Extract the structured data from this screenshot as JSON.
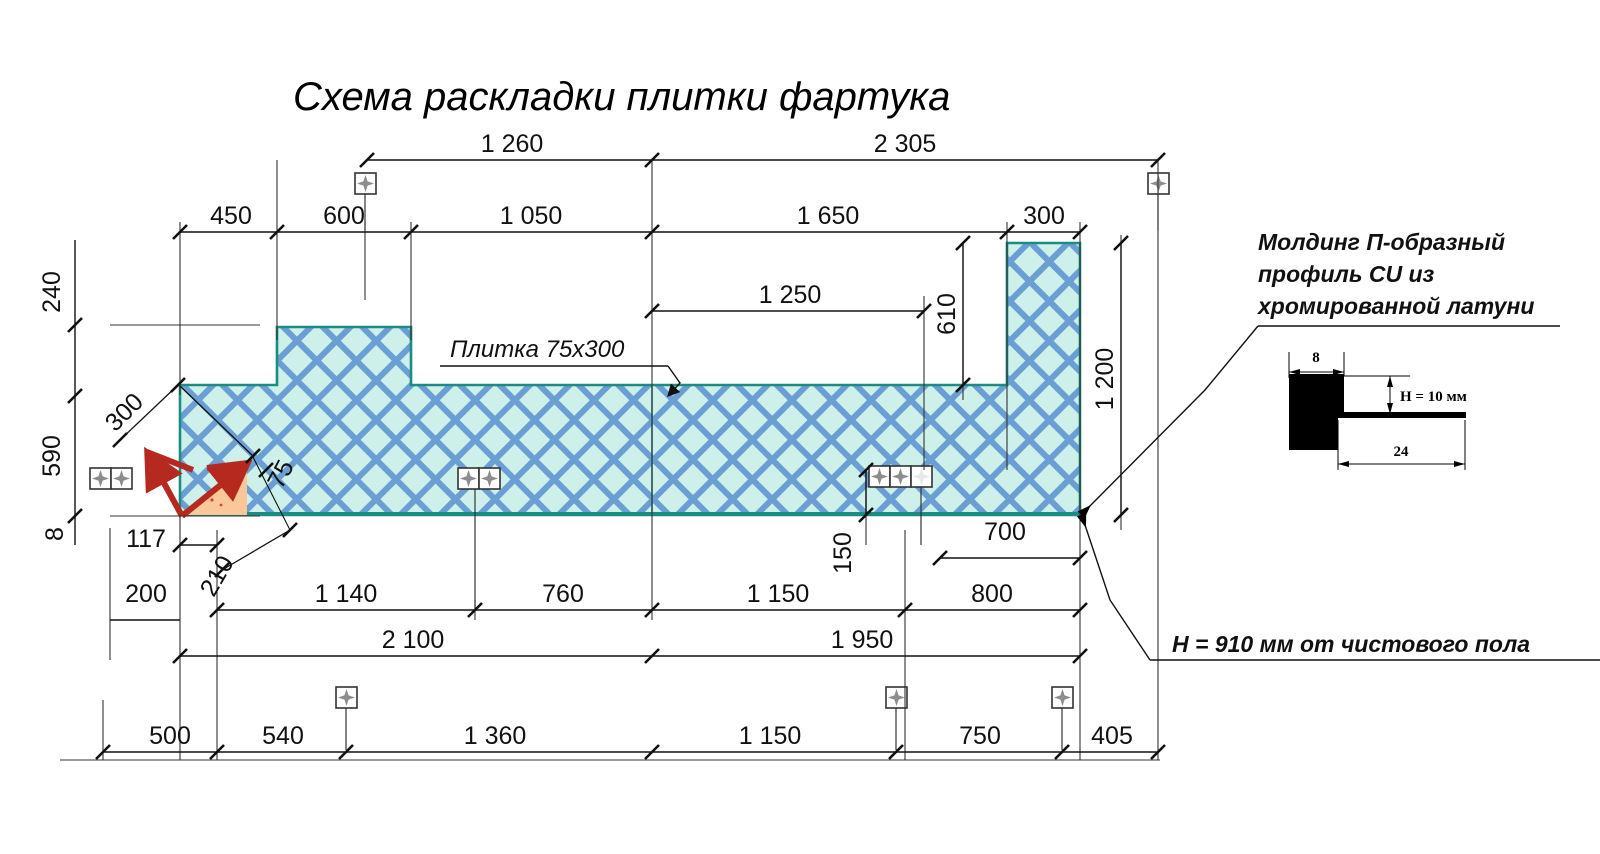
{
  "drawing": {
    "title": "Схема раскладки плитки фартука",
    "tile_label": "Плитка 75х300",
    "height_note": "H = 910 мм от чистового пола",
    "colors": {
      "tile_fill": "#cdf0ea",
      "tile_hatch": "#6b9fd4",
      "tile_outline": "#1a8c82",
      "dimension_line": "#111111",
      "arrow_red": "#b5291f",
      "accent_fill": "#f9c79a"
    }
  },
  "molding_note": {
    "line1": "Молдинг П-образный",
    "line2": "профиль CU из",
    "line3": "хромированной латуни",
    "dim_width": "8",
    "dim_height": "H = 10 мм",
    "dim_base": "24"
  },
  "dimensions": {
    "row_top": [
      {
        "label": "1 260"
      },
      {
        "label": "2 305"
      }
    ],
    "row_second": [
      {
        "label": "450"
      },
      {
        "label": "600"
      },
      {
        "label": "1 050"
      },
      {
        "label": "1 650"
      },
      {
        "label": "300"
      }
    ],
    "row_inner": [
      {
        "label": "1 250"
      }
    ],
    "row_bottom_inner": [
      {
        "label": "1 140"
      },
      {
        "label": "760"
      },
      {
        "label": "1 150"
      },
      {
        "label": "800"
      }
    ],
    "row_bottom_totals": [
      {
        "label": "2 100"
      },
      {
        "label": "1 950"
      }
    ],
    "row_bottom_last": [
      {
        "label": "500"
      },
      {
        "label": "540"
      },
      {
        "label": "1 360"
      },
      {
        "label": "1 150"
      },
      {
        "label": "750"
      },
      {
        "label": "405"
      }
    ],
    "left_vertical": [
      {
        "label": "240"
      },
      {
        "label": "590"
      },
      {
        "label": "8"
      }
    ],
    "right_vertical": [
      {
        "label": "610"
      },
      {
        "label": "1 200"
      }
    ],
    "misc": [
      {
        "label": "300"
      },
      {
        "label": "75"
      },
      {
        "label": "117"
      },
      {
        "label": "200"
      },
      {
        "label": "210"
      },
      {
        "label": "150"
      },
      {
        "label": "700"
      }
    ]
  }
}
